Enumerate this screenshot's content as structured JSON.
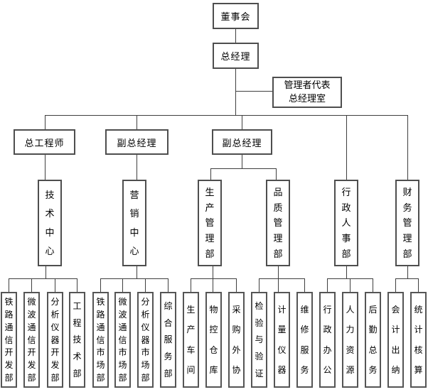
{
  "org_chart": {
    "board": "董事会",
    "general_manager": "总经理",
    "management_rep": {
      "line1": "管理者代表",
      "line2": "总经理室"
    },
    "executives": [
      "总工程师",
      "副总经理",
      "副总经理"
    ],
    "departments": [
      "技术中心",
      "营销中心",
      "生产管理部",
      "品质管理部",
      "行政人事部",
      "财务管理部"
    ],
    "units": [
      "铁路通信开发部",
      "微波通信开发部",
      "分析仪器开发部",
      "工程技术部",
      "铁路通信市场部",
      "微波通信市场部",
      "分析仪器市场部",
      "综合服务部",
      "生产车间",
      "物控仓库",
      "采购外协",
      "检验与验证",
      "计量仪器",
      "维修服务",
      "行政办公",
      "人力资源",
      "后勤总务",
      "会计出纳",
      "统计核算"
    ]
  }
}
